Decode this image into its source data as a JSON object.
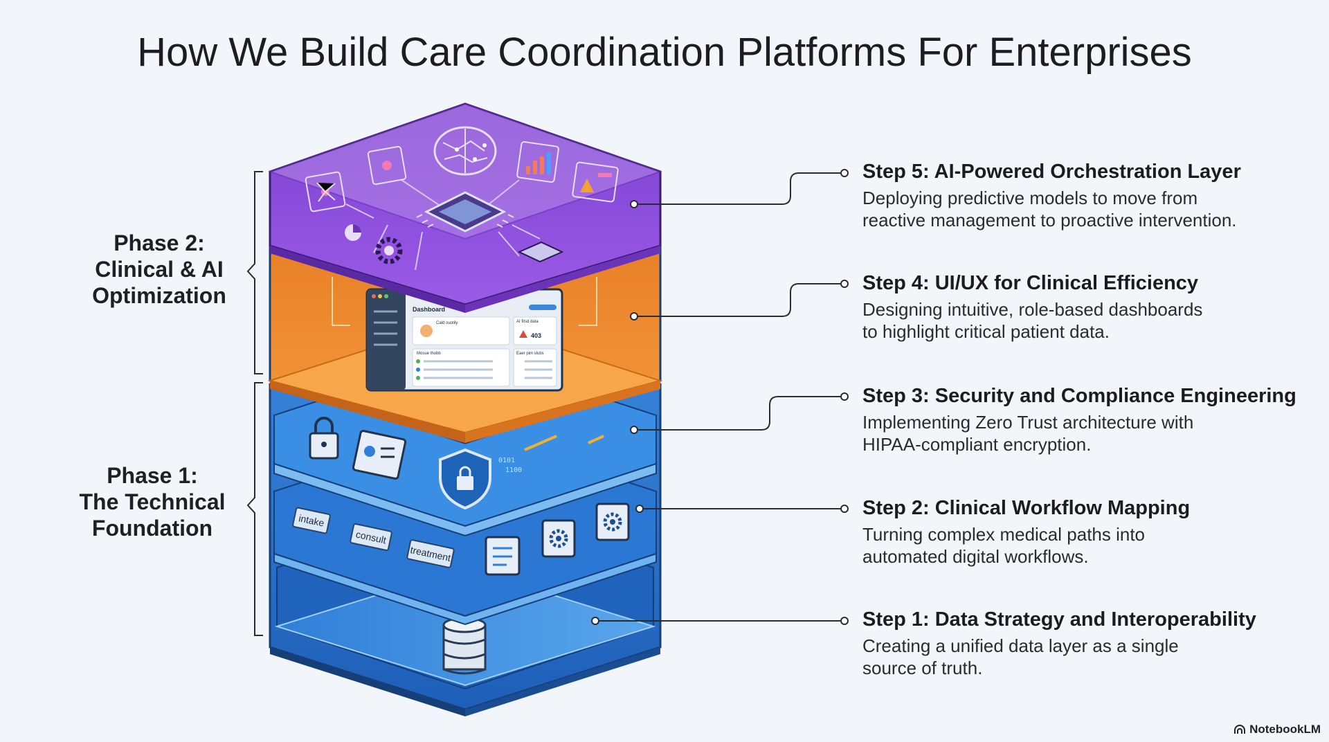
{
  "title": "How We Build Care Coordination Platforms For Enterprises",
  "phases": [
    {
      "lines": [
        "Phase 2:",
        "Clinical & AI",
        "Optimization"
      ]
    },
    {
      "lines": [
        "Phase 1:",
        "The Technical",
        "Foundation"
      ]
    }
  ],
  "steps": [
    {
      "title": "Step 5: AI-Powered Orchestration Layer",
      "desc_lines": [
        "Deploying predictive models to move from",
        "reactive management to proactive intervention."
      ]
    },
    {
      "title": "Step 4: UI/UX for Clinical Efficiency",
      "desc_lines": [
        "Designing intuitive, role-based dashboards",
        "to highlight critical patient data."
      ]
    },
    {
      "title": "Step 3: Security and Compliance Engineering",
      "desc_lines": [
        "Implementing Zero Trust architecture with",
        "HIPAA-compliant encryption."
      ]
    },
    {
      "title": "Step 2: Clinical Workflow Mapping",
      "desc_lines": [
        "Turning complex medical paths into",
        "automated digital workflows."
      ]
    },
    {
      "title": "Step 1: Data Strategy and Interoperability",
      "desc_lines": [
        "Creating a unified data layer as a single",
        "source of truth."
      ]
    }
  ],
  "workflow_tags": [
    "intake",
    "consult",
    "treatment"
  ],
  "dashboard": {
    "title": "Dashboard",
    "card1": "Cald ouotily",
    "card2": "AI fitsd data",
    "metric": "403",
    "panel1": "Mosue thobb",
    "panel2": "Eaer pim slubs"
  },
  "credit": "NotebookLM",
  "colors": {
    "purple": "#8a4fd6",
    "orange": "#f08a2c",
    "blue": "#2f7fd8",
    "blue_dark": "#1d63b8",
    "background": "#f2f6fa"
  },
  "icons": [
    "brain-icon",
    "chip-icon",
    "network-icon",
    "bar-chart-icon",
    "warning-icon",
    "gear-icon",
    "pie-chart-icon",
    "lock-icon",
    "id-card-icon",
    "shield-lock-icon",
    "server-icon",
    "document-icon",
    "database-icon"
  ]
}
